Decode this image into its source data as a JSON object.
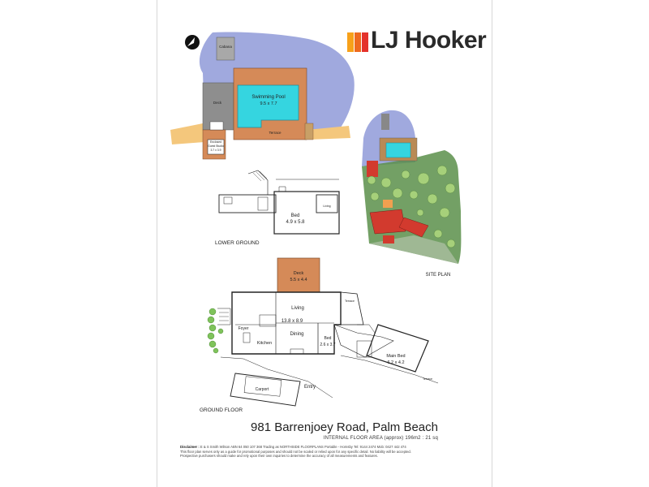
{
  "brand": {
    "name": "LJ Hooker",
    "colors": [
      "#f7a11a",
      "#ee6a1f",
      "#e4322b"
    ]
  },
  "lower_plan": {
    "cabana": "Cabana",
    "deck": "Deck",
    "pool_name": "Swimming Pool",
    "pool_size": "9.5 x 7.7",
    "terrace": "Terrace",
    "guest_name": "Guest Studio",
    "guest_prefix": "Enclosed",
    "guest_size": "3.7 x 3.9",
    "bed_name": "Bed",
    "bed_size": "4.9 x 5.8",
    "lounge": "Living",
    "section_label": "LOWER GROUND"
  },
  "site_plan": {
    "label": "SITE PLAN"
  },
  "ground_floor": {
    "deck_name": "Deck",
    "deck_size": "5.5 x 4.4",
    "living": "Living",
    "living_size": "13.8 x 8.9",
    "dining": "Dining",
    "foyer": "Foyer",
    "kitchen": "Kitchen",
    "bed_name": "Bed",
    "bed_size": "2.6 x 3.7",
    "main_bed_name": "Main Bed",
    "main_bed_size": "6.2 x 4.2",
    "terrace_top": "Terrace",
    "terrace_bottom": "Terrace",
    "carport": "Carport",
    "entry": "Entry",
    "section_label": "GROUND FLOOR"
  },
  "footer": {
    "address": "981 Barrenjoey Road, Palm Beach",
    "floor_area": "INTERNAL FLOOR AREA (approx) 196m2 : 21 sq",
    "disclaimer_title": "Disclaimer :",
    "disclaimer_line1": "E & S Smith Wilson  ABN 64 050 107 368  Trading as NORTHSIDE FLOORPLANS Portable - Hornsby  Tel: 9144 2474  Mob: 0427 442 474",
    "disclaimer_line2": "This floor plan serves only as a guide for promotional purposes and should not be scaled or relied upon for any specific detail.  No liability will be accepted.",
    "disclaimer_line3": "Prospective purchasers should make and rely upon their own inquiries to determine  the accuracy of all measurements and features."
  }
}
